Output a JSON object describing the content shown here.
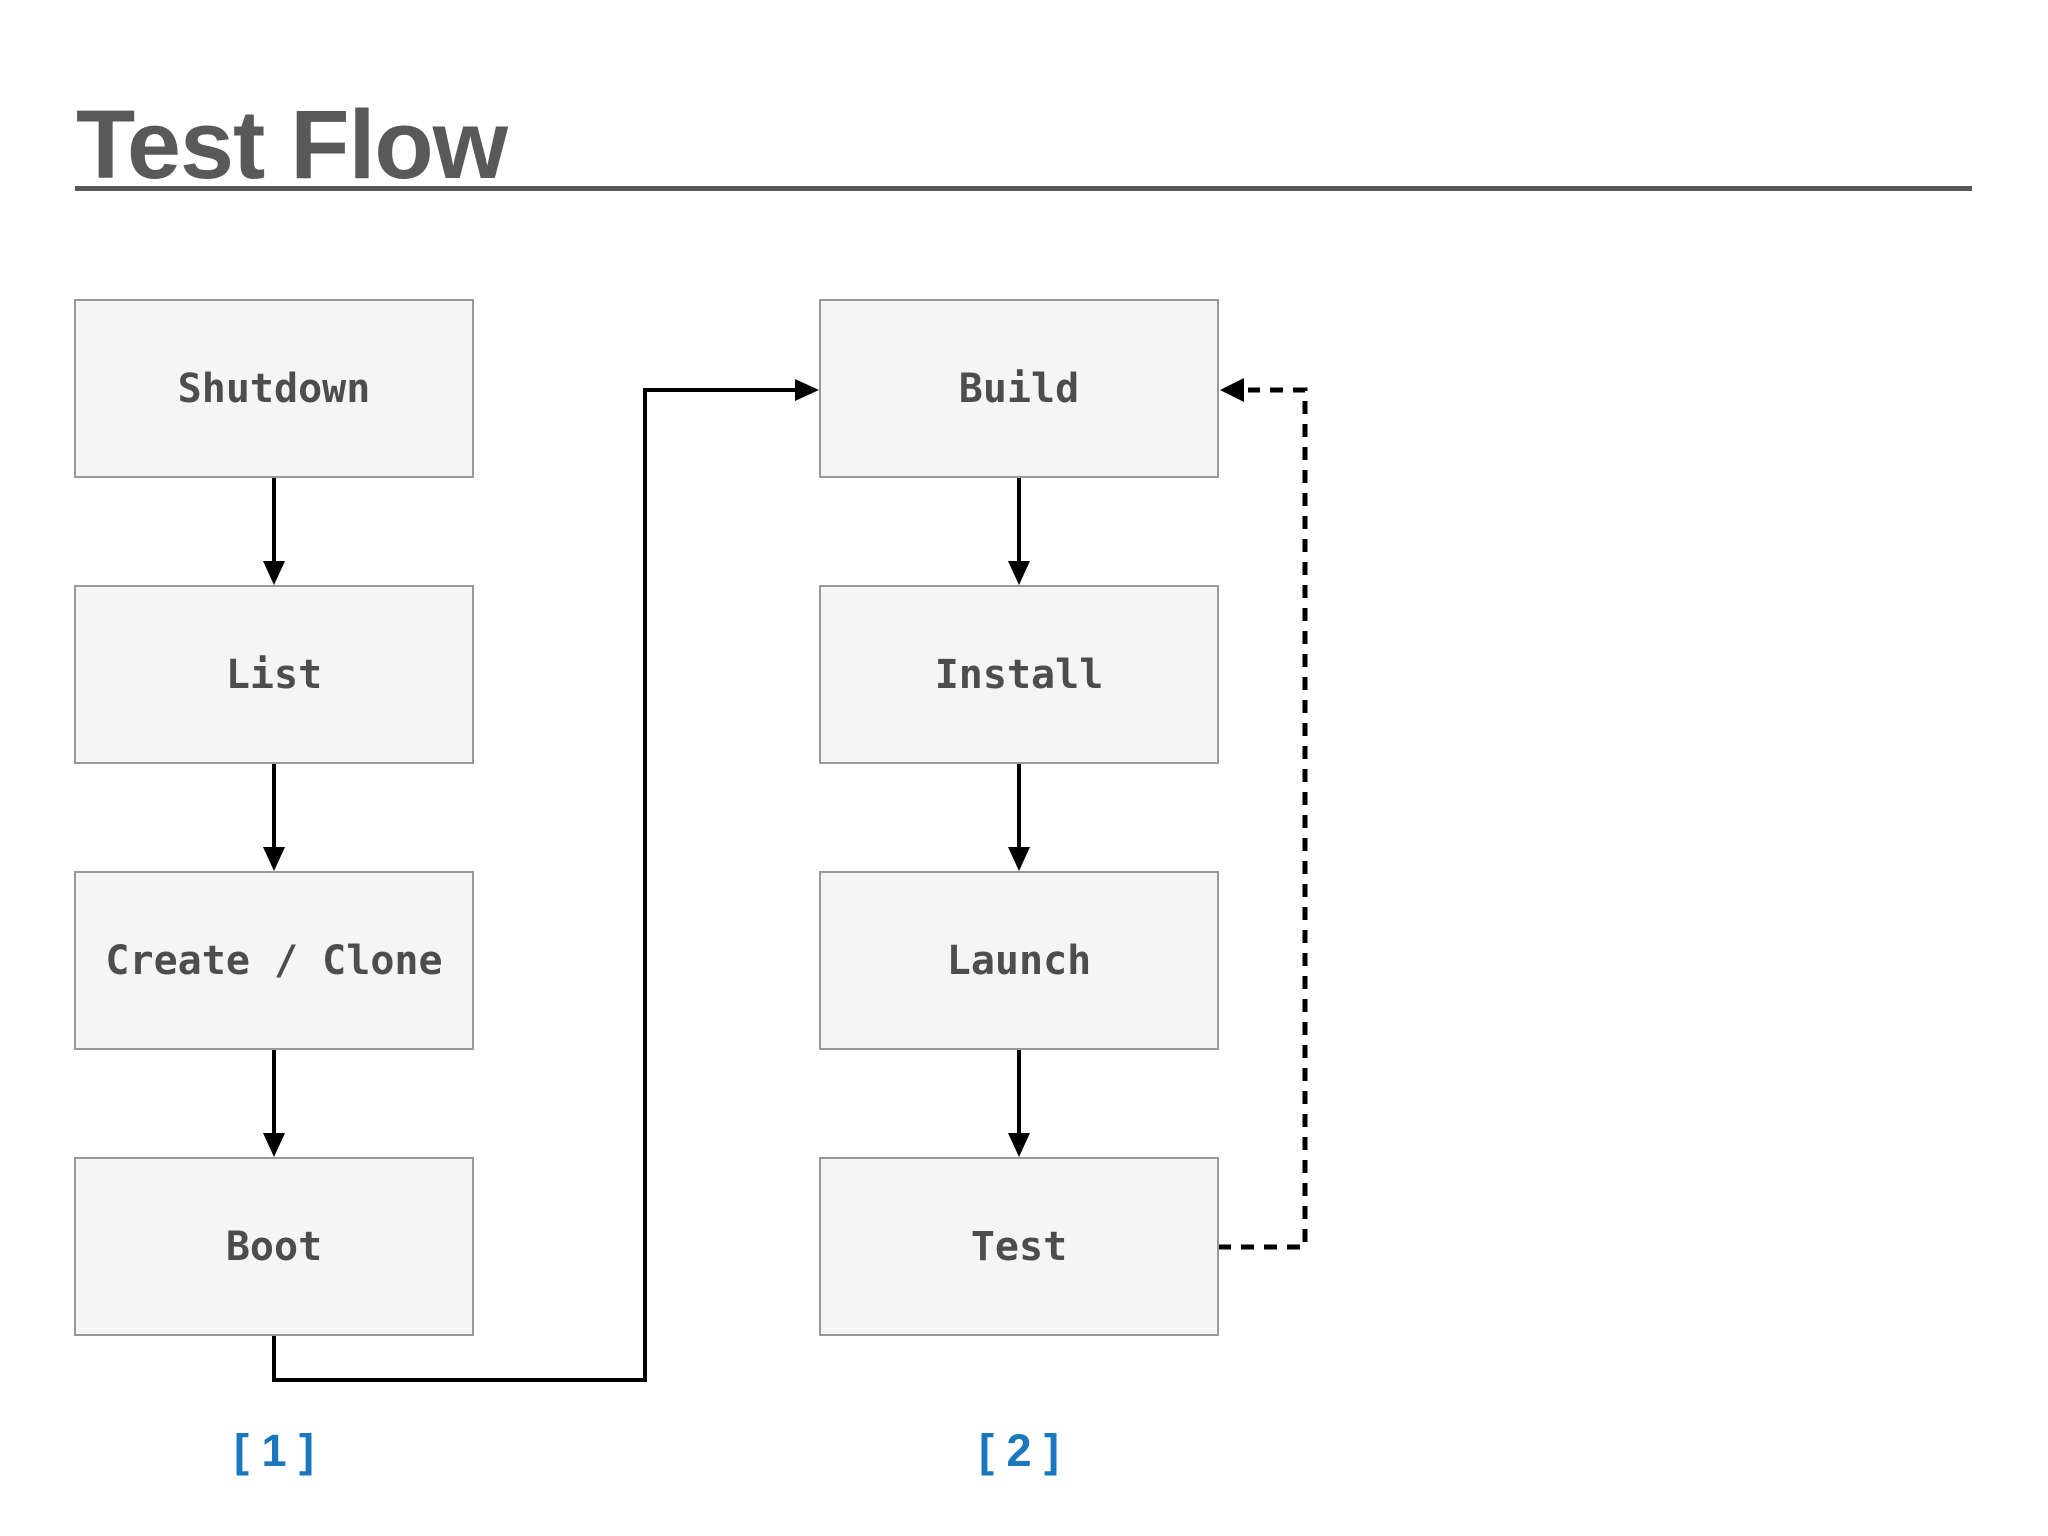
{
  "page": {
    "title": "Test Flow"
  },
  "columns": [
    {
      "footnote": "[ 1 ]",
      "nodes": [
        "Shutdown",
        "List",
        "Create / Clone",
        "Boot"
      ]
    },
    {
      "footnote": "[ 2 ]",
      "nodes": [
        "Build",
        "Install",
        "Launch",
        "Test"
      ]
    }
  ],
  "edges": [
    {
      "from": "Shutdown",
      "to": "List",
      "style": "solid"
    },
    {
      "from": "List",
      "to": "Create / Clone",
      "style": "solid"
    },
    {
      "from": "Create / Clone",
      "to": "Boot",
      "style": "solid"
    },
    {
      "from": "Boot",
      "to": "Build",
      "style": "solid"
    },
    {
      "from": "Build",
      "to": "Install",
      "style": "solid"
    },
    {
      "from": "Install",
      "to": "Launch",
      "style": "solid"
    },
    {
      "from": "Launch",
      "to": "Test",
      "style": "solid"
    },
    {
      "from": "Test",
      "to": "Build",
      "style": "dashed"
    }
  ],
  "colors": {
    "title_gray": "#595959",
    "node_fill": "#f5f5f5",
    "node_border": "#999999",
    "node_text": "#4d4d4d",
    "connector_black": "#000000",
    "footnote_blue": "#1a76bd"
  }
}
